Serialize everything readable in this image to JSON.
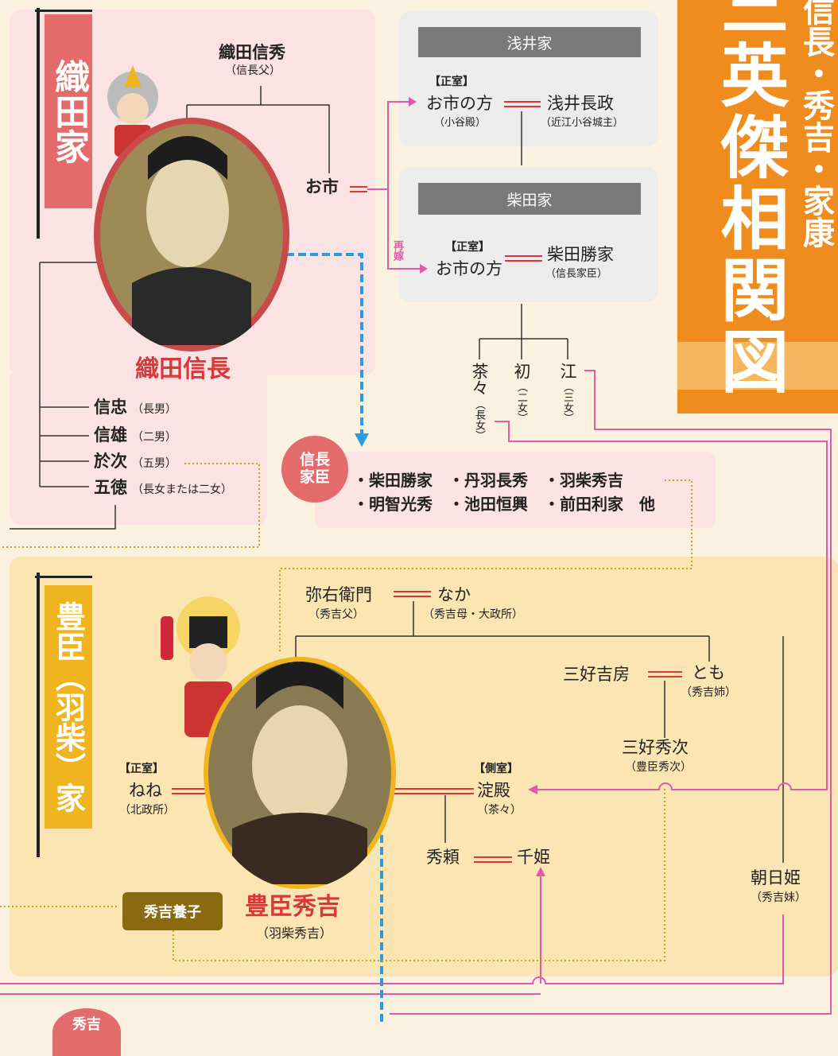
{
  "title": {
    "main": "三英傑相関図",
    "sub": "信長・秀吉・家康"
  },
  "oda": {
    "banner": "織田家",
    "father": {
      "name": "織田信秀",
      "note": "（信長父）"
    },
    "oichi": "お市",
    "nobunaga": "織田信長",
    "children": [
      {
        "name": "信忠",
        "note": "（長男）"
      },
      {
        "name": "信雄",
        "note": "（二男）"
      },
      {
        "name": "於次",
        "note": "（五男）"
      },
      {
        "name": "五徳",
        "note": "（長女または二女）"
      }
    ]
  },
  "azai": {
    "header": "浅井家",
    "role": "【正室】",
    "wife": "お市の方",
    "wife_note": "（小谷殿）",
    "husband": "浅井長政",
    "husband_note": "（近江小谷城主）"
  },
  "shibata": {
    "header": "柴田家",
    "remarry": "再嫁",
    "role": "【正室】",
    "wife": "お市の方",
    "husband": "柴田勝家",
    "husband_note": "（信長家臣）"
  },
  "daughters": [
    {
      "name": "茶々",
      "note": "（長女）"
    },
    {
      "name": "初",
      "note": "（二女）"
    },
    {
      "name": "江",
      "note": "（三女）"
    }
  ],
  "retainers": {
    "badge": "信長家臣",
    "row1": "・柴田勝家　・丹羽長秀　・羽柴秀吉",
    "row2": "・明智光秀　・池田恒興　・前田利家　他"
  },
  "toyotomi": {
    "banner": "豊臣（羽柴）家",
    "father": {
      "name": "弥右衛門",
      "note": "（秀吉父）"
    },
    "mother": {
      "name": "なか",
      "note": "（秀吉母・大政所）"
    },
    "miyoshi": "三好吉房",
    "tomo": {
      "name": "とも",
      "note": "（秀吉姉）"
    },
    "hidetsugu": {
      "name": "三好秀次",
      "note": "（豊臣秀次）"
    },
    "nene": {
      "role": "【正室】",
      "name": "ねね",
      "note": "（北政所）"
    },
    "yodo": {
      "role": "【側室】",
      "name": "淀殿",
      "note": "（茶々）"
    },
    "hideyori": "秀頼",
    "senhime": "千姫",
    "asahi": {
      "name": "朝日姫",
      "note": "（秀吉妹）"
    },
    "adopted": "秀吉養子",
    "hideyoshi": "豊臣秀吉",
    "hideyoshi_note": "（羽柴秀吉）"
  },
  "bottom_badge": "秀吉",
  "colors": {
    "oda_pink": "#e36b6b",
    "toyo_gold": "#f0b41e",
    "title_orange": "#f08c1e",
    "link_pink": "#e05aa8",
    "dash_blue": "#2b9be0",
    "dotted_gold": "#c9a020"
  }
}
